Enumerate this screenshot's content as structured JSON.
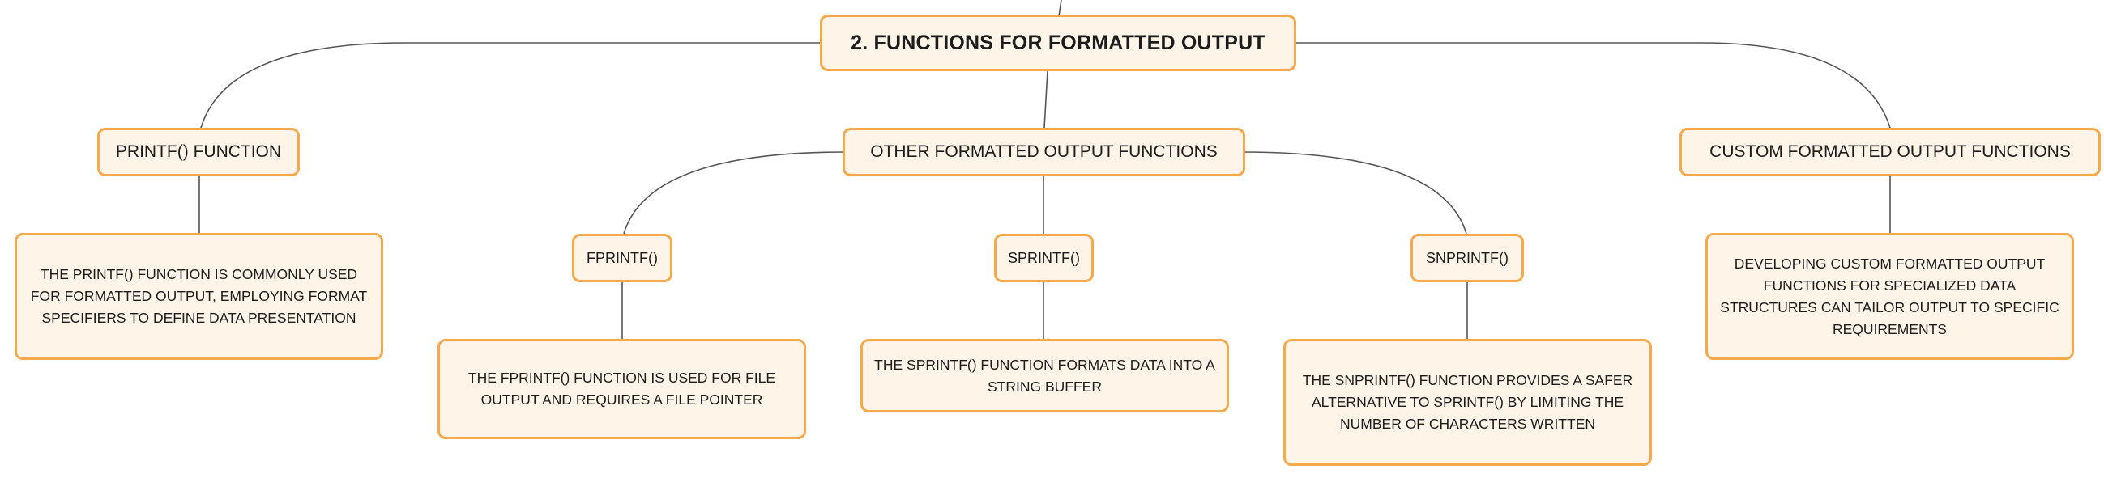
{
  "diagram": {
    "root": {
      "label": "2. FUNCTIONS FOR FORMATTED OUTPUT"
    },
    "branches": {
      "printf": {
        "label": "PRINTF() FUNCTION",
        "description": "THE PRINTF() FUNCTION IS COMMONLY USED FOR FORMATTED OUTPUT, EMPLOYING FORMAT SPECIFIERS TO DEFINE DATA PRESENTATION"
      },
      "other": {
        "label": "OTHER FORMATTED OUTPUT FUNCTIONS",
        "children": {
          "fprintf": {
            "label": "FPRINTF()",
            "description": "THE FPRINTF() FUNCTION IS USED FOR FILE OUTPUT AND REQUIRES A FILE POINTER"
          },
          "sprintf": {
            "label": "SPRINTF()",
            "description": "THE SPRINTF() FUNCTION FORMATS DATA INTO A STRING BUFFER"
          },
          "snprintf": {
            "label": "SNPRINTF()",
            "description": "THE SNPRINTF() FUNCTION PROVIDES A SAFER ALTERNATIVE TO SPRINTF() BY LIMITING THE NUMBER OF CHARACTERS WRITTEN"
          }
        }
      },
      "custom": {
        "label": "CUSTOM FORMATTED OUTPUT FUNCTIONS",
        "description": "DEVELOPING CUSTOM FORMATTED OUTPUT FUNCTIONS FOR SPECIALIZED DATA STRUCTURES CAN TAILOR OUTPUT TO SPECIFIC REQUIREMENTS"
      }
    },
    "colors": {
      "node_fill": "#fff4e8",
      "node_border": "#f7a84a",
      "connector": "#555555",
      "text": "#1c1c1c"
    }
  }
}
